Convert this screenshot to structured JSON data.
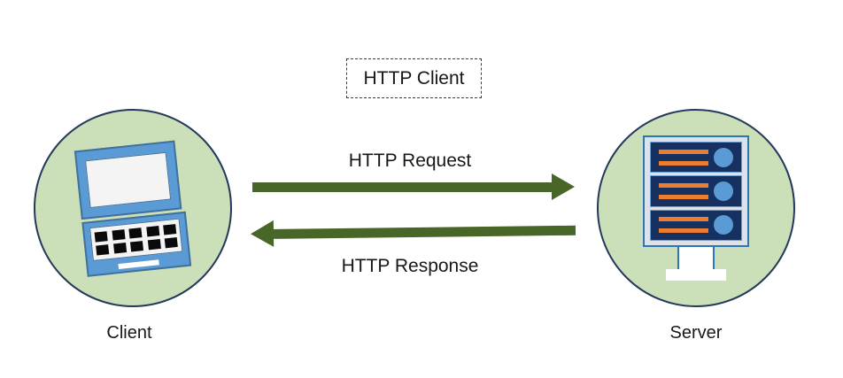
{
  "title_box": {
    "label": "HTTP Client"
  },
  "nodes": {
    "client": {
      "label": "Client",
      "icon": "laptop-icon"
    },
    "server": {
      "label": "Server",
      "icon": "server-icon"
    }
  },
  "arrows": {
    "request": {
      "label": "HTTP Request",
      "direction": "right"
    },
    "response": {
      "label": "HTTP Response",
      "direction": "left"
    }
  },
  "colors": {
    "circle_fill": "#cbdfb8",
    "circle_border": "#24385c",
    "arrow_green": "#486627",
    "laptop_blue": "#5b9bd5",
    "laptop_border": "#41719c",
    "screen_white": "#f4f4f4",
    "server_frame": "#dbe2e9",
    "server_border": "#2e75b6",
    "rack_navy": "#16305f",
    "bar_orange": "#ed7d31",
    "dot_blue": "#5b9bd5",
    "text_color": "#171717"
  }
}
